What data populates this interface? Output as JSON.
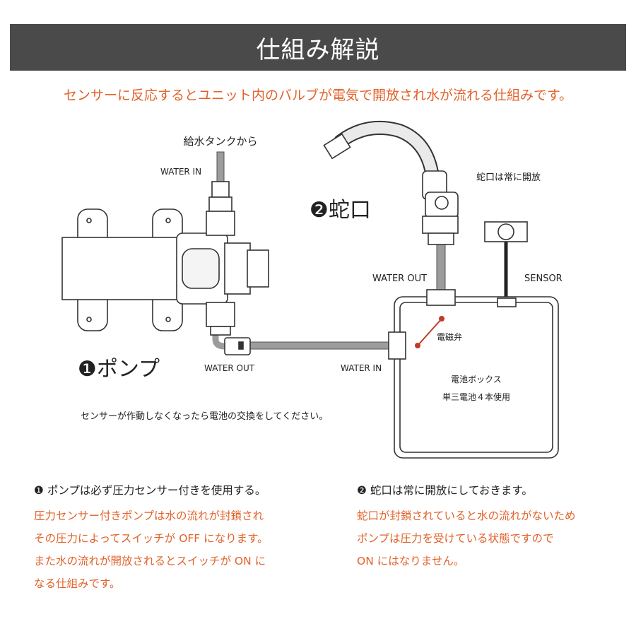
{
  "title": "仕組み解説",
  "subtitle": "センサーに反応するとユニット内のバルブが電気で開放され水が流れる仕組みです。",
  "diagram": {
    "tank_label": "給水タンクから",
    "water_in_top": "WATER IN",
    "pump_label": "❶ポンプ",
    "pump_water_out": "WATER OUT",
    "faucet_label": "❷蛇口",
    "faucet_note": "蛇口は常に開放",
    "box_water_out": "WATER OUT",
    "sensor_label": "SENSOR",
    "box_water_in": "WATER IN",
    "valve_label": "電磁弁",
    "battery_box": "電池ボックス",
    "battery_type": "単三電池４本使用",
    "battery_note": "センサーが作動しなくなったら電池の交換をしてください。"
  },
  "notes": {
    "left": {
      "heading": "❶ ポンプは必ず圧力センサー付きを使用する。",
      "lines": [
        "圧力センサー付きポンプは水の流れが封鎖され",
        "その圧力によってスイッチが OFF になります。",
        "また水の流れが開放されるとスイッチが ON に",
        "なる仕組みです。"
      ]
    },
    "right": {
      "heading": "❷ 蛇口は常に開放にしておきます。",
      "lines": [
        "蛇口が封鎖されていると水の流れがないため",
        "ポンプは圧力を受けている状態ですので",
        "ON にはなりません。"
      ]
    }
  },
  "colors": {
    "accent": "#e2622a",
    "title_bg": "#4a4a4a",
    "valve": "#c0392b"
  }
}
